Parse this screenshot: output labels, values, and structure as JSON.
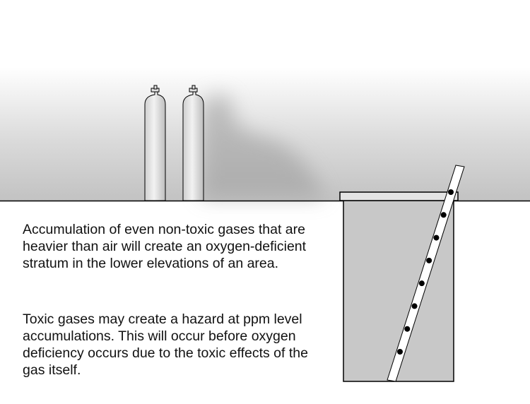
{
  "paragraphs": [
    "Accumulation of even non-toxic gases that are heavier than air will create an oxygen-deficient stratum in the lower elevations of an area.",
    "Toxic gases may create a hazard at ppm level accumulations. This will occur before oxygen deficiency occurs due to the toxic effects of the gas itself."
  ],
  "colors": {
    "background": "#ffffff",
    "gas_layer": "#c4c4c4",
    "cylinder_fill": "#e6e6e6",
    "pit_fill": "#c8c8c8",
    "outline": "#000000",
    "ladder": "#ffffff"
  },
  "diagram": {
    "cylinders": 2,
    "ladder_rungs": 8
  }
}
